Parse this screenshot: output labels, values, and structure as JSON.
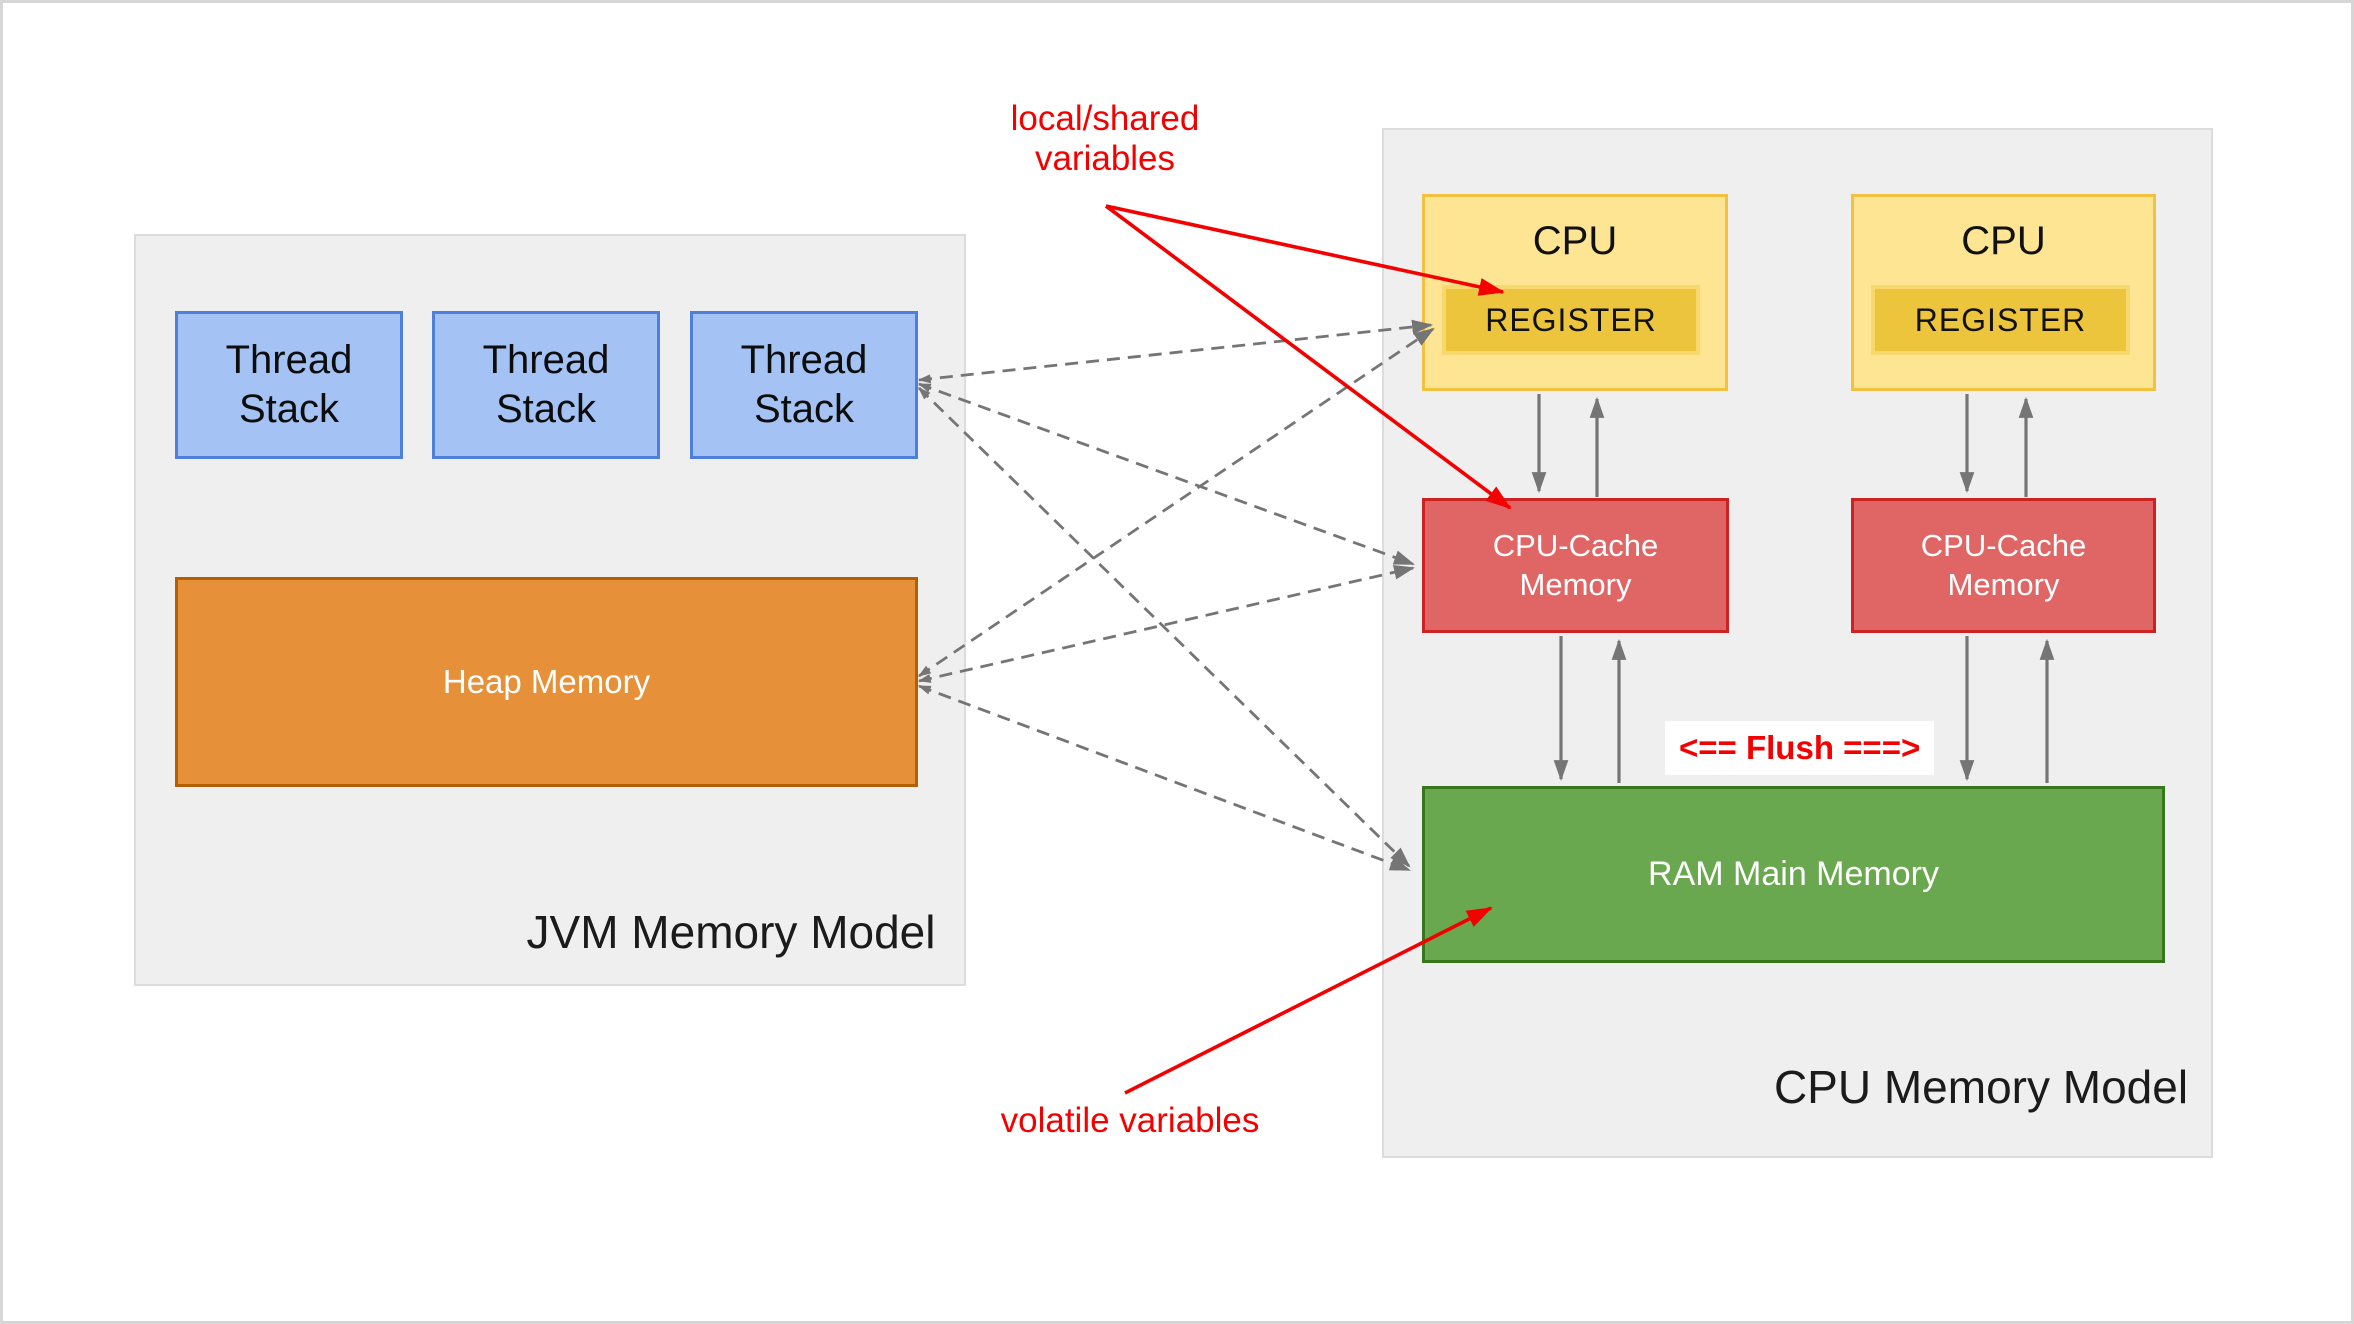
{
  "jvm": {
    "title": "JVM Memory Model",
    "thread_stacks": [
      {
        "label": "Thread Stack"
      },
      {
        "label": "Thread Stack"
      },
      {
        "label": "Thread Stack"
      }
    ],
    "heap_label": "Heap Memory"
  },
  "cpu_model": {
    "title": "CPU Memory Model",
    "cpus": [
      {
        "label": "CPU",
        "register_label": "REGISTER",
        "cache_label": "CPU-Cache Memory"
      },
      {
        "label": "CPU",
        "register_label": "REGISTER",
        "cache_label": "CPU-Cache Memory"
      }
    ],
    "ram_label": "RAM Main Memory"
  },
  "annotations": {
    "local_shared": "local/shared variables",
    "volatile": "volatile variables",
    "flush": "<== Flush ===>"
  },
  "colors": {
    "page-border": "#d6d6d6",
    "panel-fill": "#efefef",
    "panel-border": "#dcdcdc",
    "blue-fill": "#a4c2f4",
    "blue-border": "#4d7fdb",
    "orange-fill": "#e6913a",
    "orange-border": "#b45f06",
    "yellow-fill": "#fee593",
    "yellow-border": "#f2c140",
    "gold-fill": "#edc53d",
    "gold-border": "#f8d76c",
    "red-fill": "#e06666",
    "red-border": "#cc2222",
    "green-fill": "#6aa84f",
    "green-border": "#38761d",
    "arrow-gray": "#757575",
    "accent-red": "#f30000"
  }
}
